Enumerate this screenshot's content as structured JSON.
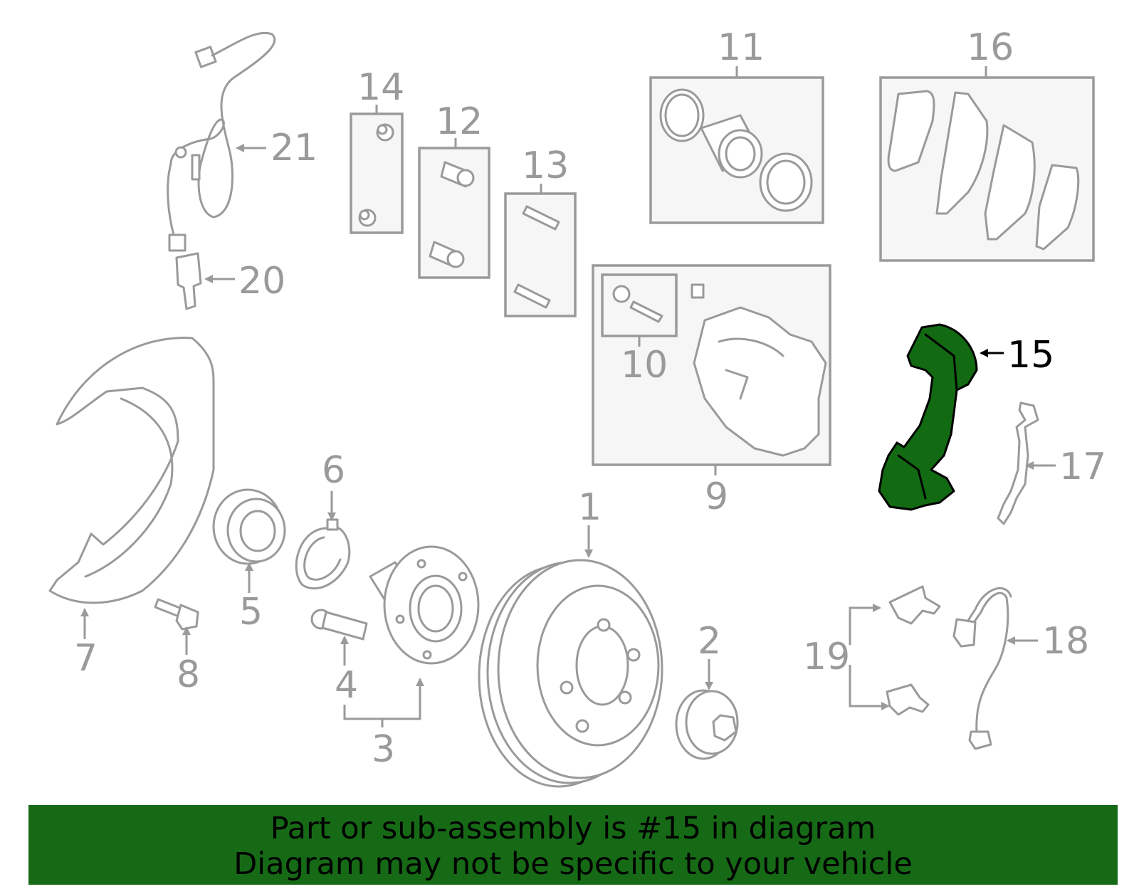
{
  "diagram": {
    "callouts": [
      "1",
      "2",
      "3",
      "4",
      "5",
      "6",
      "7",
      "8",
      "9",
      "10",
      "11",
      "12",
      "13",
      "14",
      "15",
      "16",
      "17",
      "18",
      "19",
      "20",
      "21"
    ],
    "highlighted_part": "15",
    "highlight_color": "#126a12",
    "line_color": "#9a9a9a",
    "box_fill": "#f6f6f6"
  },
  "banner": {
    "line1": "Part or sub-assembly is #15 in diagram",
    "line2": "Diagram may not be specific to your vehicle",
    "background": "#166a16"
  }
}
